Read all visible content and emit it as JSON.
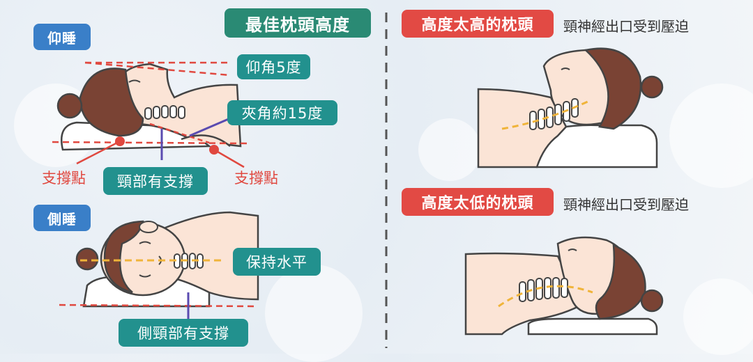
{
  "left": {
    "title": "最佳枕頭高度",
    "supine": {
      "label": "仰睡",
      "angle_label": "仰角5度",
      "included_angle_label": "夾角約15度",
      "support_point_left": "支撐點",
      "support_point_right": "支撐點",
      "neck_support": "頸部有支撐"
    },
    "side": {
      "label": "側睡",
      "keep_level": "保持水平",
      "side_neck_support": "側頸部有支撐"
    }
  },
  "right": {
    "too_high": {
      "label": "高度太高的枕頭",
      "note": "頸神經出口受到壓迫"
    },
    "too_low": {
      "label": "高度太低的枕頭",
      "note": "頸神經出口受到壓迫"
    }
  },
  "colors": {
    "blue_tag": "#3a7fc8",
    "green_tag": "#2a8a74",
    "teal_tag": "#22918e",
    "red_tag": "#e24a44",
    "skin": "#fbe4d6",
    "hair": "#7a4334",
    "dashed_red": "#e0483f",
    "dashed_yellow": "#f0b43a"
  }
}
